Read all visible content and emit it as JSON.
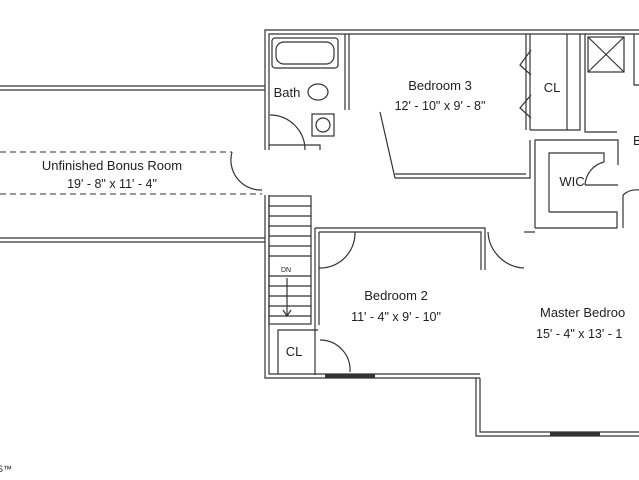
{
  "rooms": {
    "bonus": {
      "name": "Unfinished Bonus Room",
      "dims": "19' - 8\" x 11' - 4\""
    },
    "bath": {
      "name": "Bath"
    },
    "bedroom3": {
      "name": "Bedroom 3",
      "dims": "12' - 10\" x 9' - 8\""
    },
    "closet1": {
      "name": "CL"
    },
    "wic": {
      "name": "WIC"
    },
    "bath2_partial": {
      "name": "B"
    },
    "bedroom2": {
      "name": "Bedroom 2",
      "dims": "11' - 4\" x 9' - 10\""
    },
    "closet2": {
      "name": "CL"
    },
    "master": {
      "name": "Master Bedroo",
      "dims": "15' - 4\" x 13' - 1"
    }
  },
  "stairs": {
    "label": "DN"
  },
  "trademark": "S™"
}
